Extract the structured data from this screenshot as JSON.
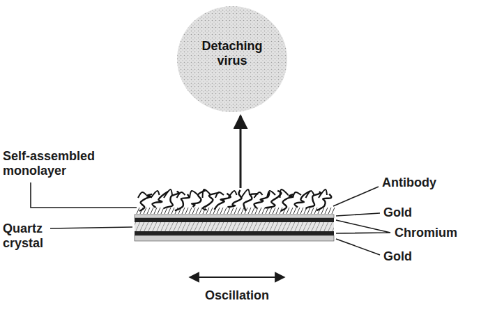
{
  "diagram": {
    "nodes": [
      {
        "text": [
          "Detaching virus"
        ]
      }
    ],
    "labels": [
      "Self-assembled monolayer",
      "Antibody",
      "Gold",
      "Quartz crystal",
      "Chromium",
      "Gold",
      "Oscillation"
    ]
  }
}
